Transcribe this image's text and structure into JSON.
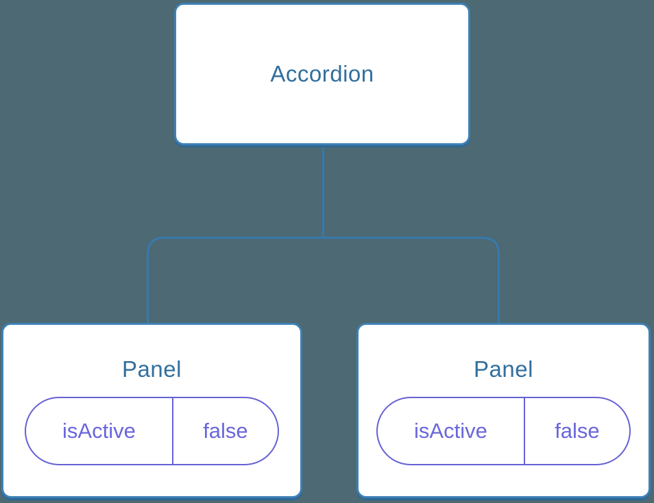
{
  "tree": {
    "root": {
      "label": "Accordion"
    },
    "children": [
      {
        "label": "Panel",
        "props": [
          {
            "name": "isActive",
            "value": "false"
          }
        ]
      },
      {
        "label": "Panel",
        "props": [
          {
            "name": "isActive",
            "value": "false"
          }
        ]
      }
    ]
  },
  "colors": {
    "background": "#4D6973",
    "node_fill": "#FFFFFF",
    "node_border": "#3E80B5",
    "node_shadow": "#2D6795",
    "node_label": "#326F9D",
    "connector": "#3779AE",
    "prop_accent": "#6461D4",
    "prop_text": "#6966DB"
  }
}
